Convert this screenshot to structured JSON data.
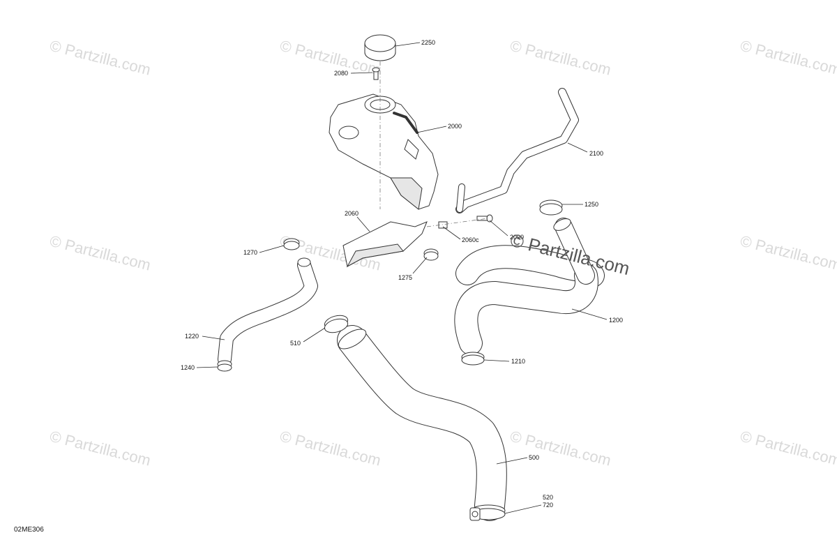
{
  "diagram": {
    "drawing_code": "02ME306",
    "watermark_text": "© Partzilla.com",
    "callouts": {
      "c2250": "2250",
      "c2080": "2080",
      "c2000": "2000",
      "c2100": "2100",
      "c2060": "2060",
      "c2060c": "2060c",
      "c2090": "2090",
      "c1250": "1250",
      "c1270": "1270",
      "c1275": "1275",
      "c1200": "1200",
      "c1220": "1220",
      "c510": "510",
      "c1210": "1210",
      "c1240": "1240",
      "c500": "500",
      "c520": "520",
      "c720": "720"
    }
  }
}
